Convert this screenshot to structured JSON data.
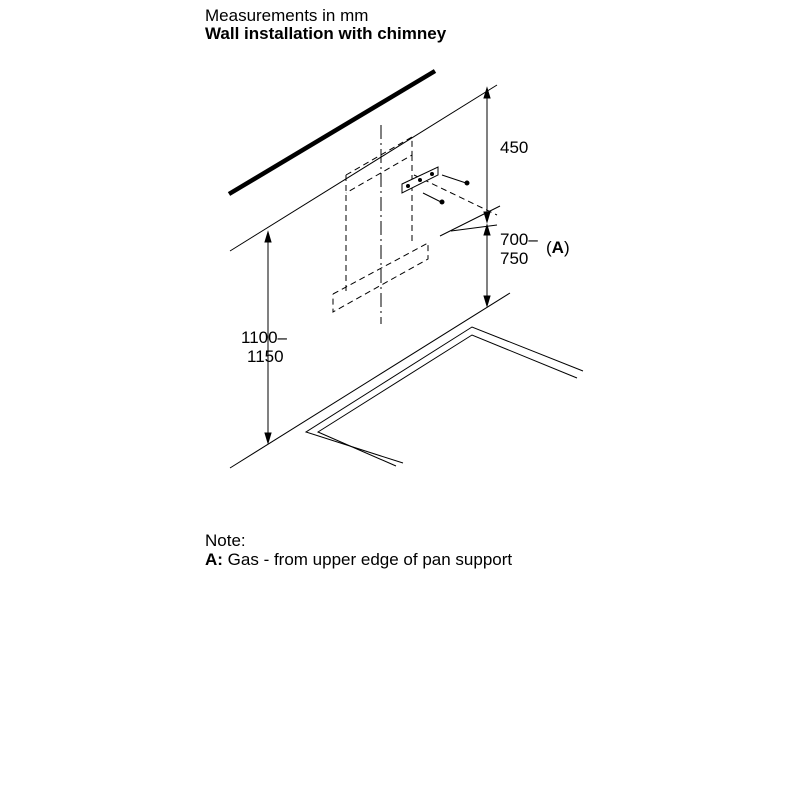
{
  "header": {
    "line1": "Measurements in mm",
    "line2": "Wall installation with chimney"
  },
  "dimensions": {
    "top": "450",
    "middle_line1": "700–",
    "middle_line2": "750",
    "middle_ref_open": "(",
    "middle_ref_letter": "A",
    "middle_ref_close": ")",
    "left_line1": "1100–",
    "left_line2": "1150"
  },
  "note": {
    "heading": "Note:",
    "key": "A:",
    "text": " Gas - from upper edge of pan support"
  },
  "colors": {
    "line": "#000000",
    "background": "#ffffff"
  }
}
